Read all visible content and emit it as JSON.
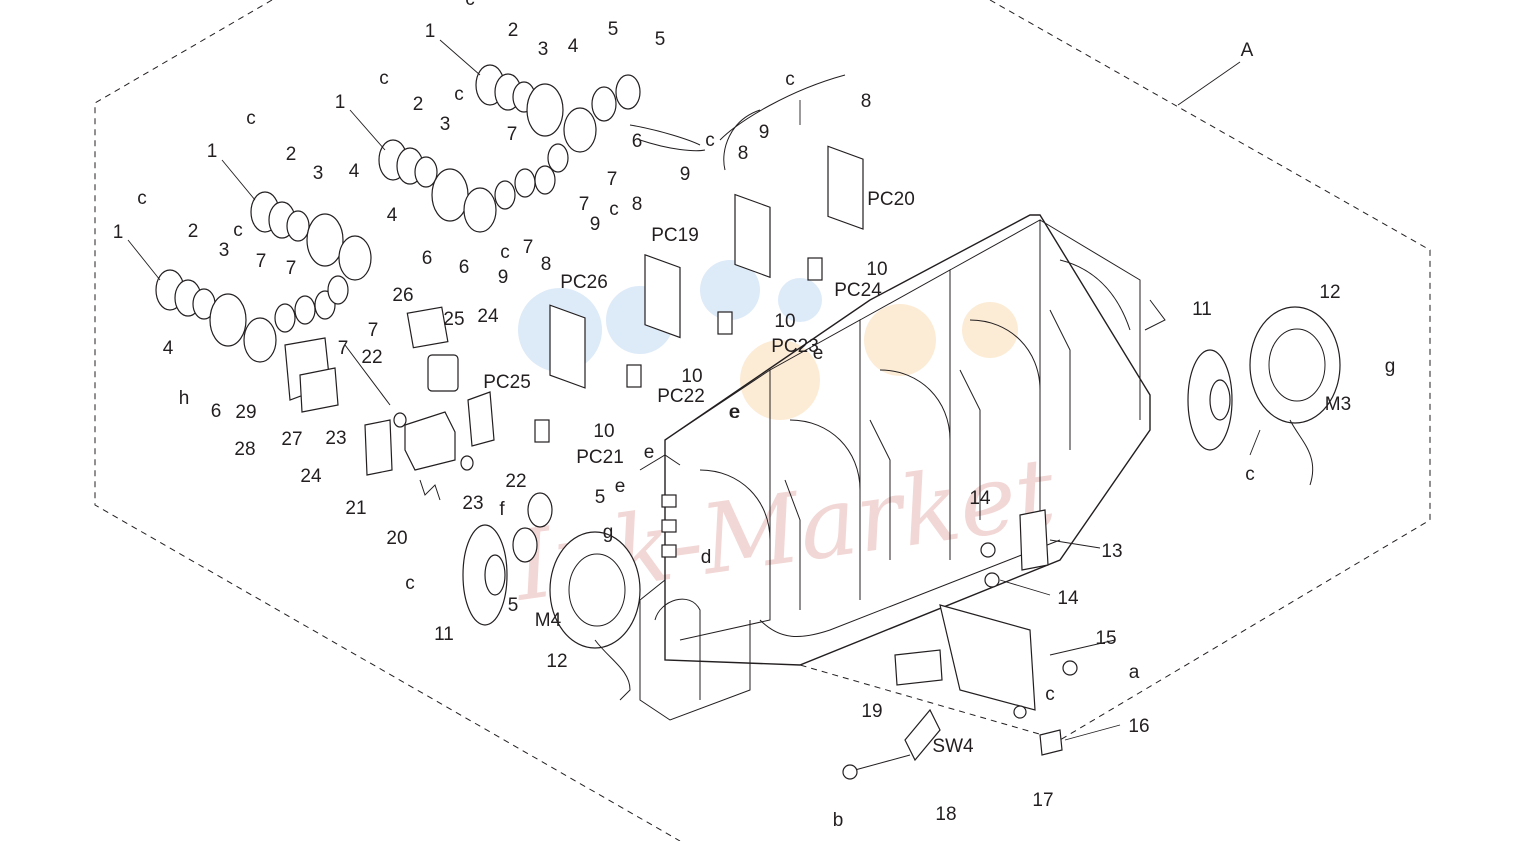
{
  "diagram": {
    "assembly_label": "A",
    "watermark_text": "Ink-Market",
    "colors": {
      "line": "#231f20",
      "watermark_text": "#e7b7b4",
      "watermark_blue": "#9ec3ea",
      "watermark_orange": "#f6c98a"
    },
    "callouts": [
      {
        "id": "c-top",
        "text": "c"
      },
      {
        "id": "n1-a",
        "text": "1"
      },
      {
        "id": "n2-a",
        "text": "2"
      },
      {
        "id": "n3-a",
        "text": "3"
      },
      {
        "id": "n4-a",
        "text": "4"
      },
      {
        "id": "n5-a",
        "text": "5"
      },
      {
        "id": "n5-b",
        "text": "5"
      },
      {
        "id": "n6-a",
        "text": "6"
      },
      {
        "id": "c-b",
        "text": "c"
      },
      {
        "id": "n1-b",
        "text": "1"
      },
      {
        "id": "n2-b",
        "text": "2"
      },
      {
        "id": "n3-b",
        "text": "3"
      },
      {
        "id": "c-c",
        "text": "c"
      },
      {
        "id": "n7-a",
        "text": "7"
      },
      {
        "id": "n7-b",
        "text": "7"
      },
      {
        "id": "n7-c",
        "text": "7"
      },
      {
        "id": "n4-b",
        "text": "4"
      },
      {
        "id": "n6-b",
        "text": "6"
      },
      {
        "id": "n7-d",
        "text": "7"
      },
      {
        "id": "c-d",
        "text": "c"
      },
      {
        "id": "n1-c",
        "text": "1"
      },
      {
        "id": "n2-c",
        "text": "2"
      },
      {
        "id": "n3-c",
        "text": "3"
      },
      {
        "id": "n4-c",
        "text": "4"
      },
      {
        "id": "n6-c",
        "text": "6"
      },
      {
        "id": "c-e",
        "text": "c"
      },
      {
        "id": "n1-d",
        "text": "1"
      },
      {
        "id": "n2-d",
        "text": "2"
      },
      {
        "id": "n3-d",
        "text": "3"
      },
      {
        "id": "c-f",
        "text": "c"
      },
      {
        "id": "n7-e",
        "text": "7"
      },
      {
        "id": "n7-f",
        "text": "7"
      },
      {
        "id": "n7-g",
        "text": "7"
      },
      {
        "id": "n7-h",
        "text": "7"
      },
      {
        "id": "n4-d",
        "text": "4"
      },
      {
        "id": "n6-d",
        "text": "6"
      },
      {
        "id": "h-a",
        "text": "h"
      },
      {
        "id": "n29",
        "text": "29"
      },
      {
        "id": "n28",
        "text": "28"
      },
      {
        "id": "n27",
        "text": "27"
      },
      {
        "id": "n26",
        "text": "26"
      },
      {
        "id": "n25",
        "text": "25"
      },
      {
        "id": "n22-a",
        "text": "22"
      },
      {
        "id": "n24-a",
        "text": "24"
      },
      {
        "id": "pc25",
        "text": "PC25"
      },
      {
        "id": "n23-a",
        "text": "23"
      },
      {
        "id": "n24-b",
        "text": "24"
      },
      {
        "id": "n21",
        "text": "21"
      },
      {
        "id": "n20",
        "text": "20"
      },
      {
        "id": "n23-b",
        "text": "23"
      },
      {
        "id": "f-a",
        "text": "f"
      },
      {
        "id": "n22-b",
        "text": "22"
      },
      {
        "id": "c-g",
        "text": "c"
      },
      {
        "id": "n11-a",
        "text": "11"
      },
      {
        "id": "n5-c",
        "text": "5"
      },
      {
        "id": "n5-d",
        "text": "5"
      },
      {
        "id": "g-a",
        "text": "g"
      },
      {
        "id": "m4",
        "text": "M4"
      },
      {
        "id": "n12-a",
        "text": "12"
      },
      {
        "id": "c-h",
        "text": "c"
      },
      {
        "id": "n9-a",
        "text": "9"
      },
      {
        "id": "n8-a",
        "text": "8"
      },
      {
        "id": "pc26",
        "text": "PC26"
      },
      {
        "id": "n10-a",
        "text": "10"
      },
      {
        "id": "pc22",
        "text": "PC22"
      },
      {
        "id": "n10-b",
        "text": "10"
      },
      {
        "id": "pc21",
        "text": "PC21"
      },
      {
        "id": "e-a",
        "text": "e"
      },
      {
        "id": "e-b",
        "text": "e"
      },
      {
        "id": "c-i",
        "text": "c"
      },
      {
        "id": "n8-b",
        "text": "8"
      },
      {
        "id": "pc19",
        "text": "PC19"
      },
      {
        "id": "n9-b",
        "text": "9"
      },
      {
        "id": "n10-c",
        "text": "10"
      },
      {
        "id": "pc23",
        "text": "PC23"
      },
      {
        "id": "e-c",
        "text": "e"
      },
      {
        "id": "c-j",
        "text": "c"
      },
      {
        "id": "n9-c",
        "text": "9"
      },
      {
        "id": "n8-c",
        "text": "8"
      },
      {
        "id": "pc24",
        "text": "PC24"
      },
      {
        "id": "n10-d",
        "text": "10"
      },
      {
        "id": "e-d",
        "text": "e"
      },
      {
        "id": "c-k",
        "text": "c"
      },
      {
        "id": "n8-d",
        "text": "8"
      },
      {
        "id": "n9-d",
        "text": "9"
      },
      {
        "id": "pc20",
        "text": "PC20"
      },
      {
        "id": "d-a",
        "text": "d"
      },
      {
        "id": "e-e",
        "text": "e"
      },
      {
        "id": "n11-b",
        "text": "11"
      },
      {
        "id": "n12-b",
        "text": "12"
      },
      {
        "id": "g-b",
        "text": "g"
      },
      {
        "id": "m3",
        "text": "M3"
      },
      {
        "id": "c-l",
        "text": "c"
      },
      {
        "id": "n14-a",
        "text": "14"
      },
      {
        "id": "n13",
        "text": "13"
      },
      {
        "id": "n14-b",
        "text": "14"
      },
      {
        "id": "n15",
        "text": "15"
      },
      {
        "id": "a-a",
        "text": "a"
      },
      {
        "id": "c-m",
        "text": "c"
      },
      {
        "id": "n19",
        "text": "19"
      },
      {
        "id": "sw4",
        "text": "SW4"
      },
      {
        "id": "n16",
        "text": "16"
      },
      {
        "id": "n18",
        "text": "18"
      },
      {
        "id": "n17",
        "text": "17"
      },
      {
        "id": "b-a",
        "text": "b"
      }
    ]
  }
}
